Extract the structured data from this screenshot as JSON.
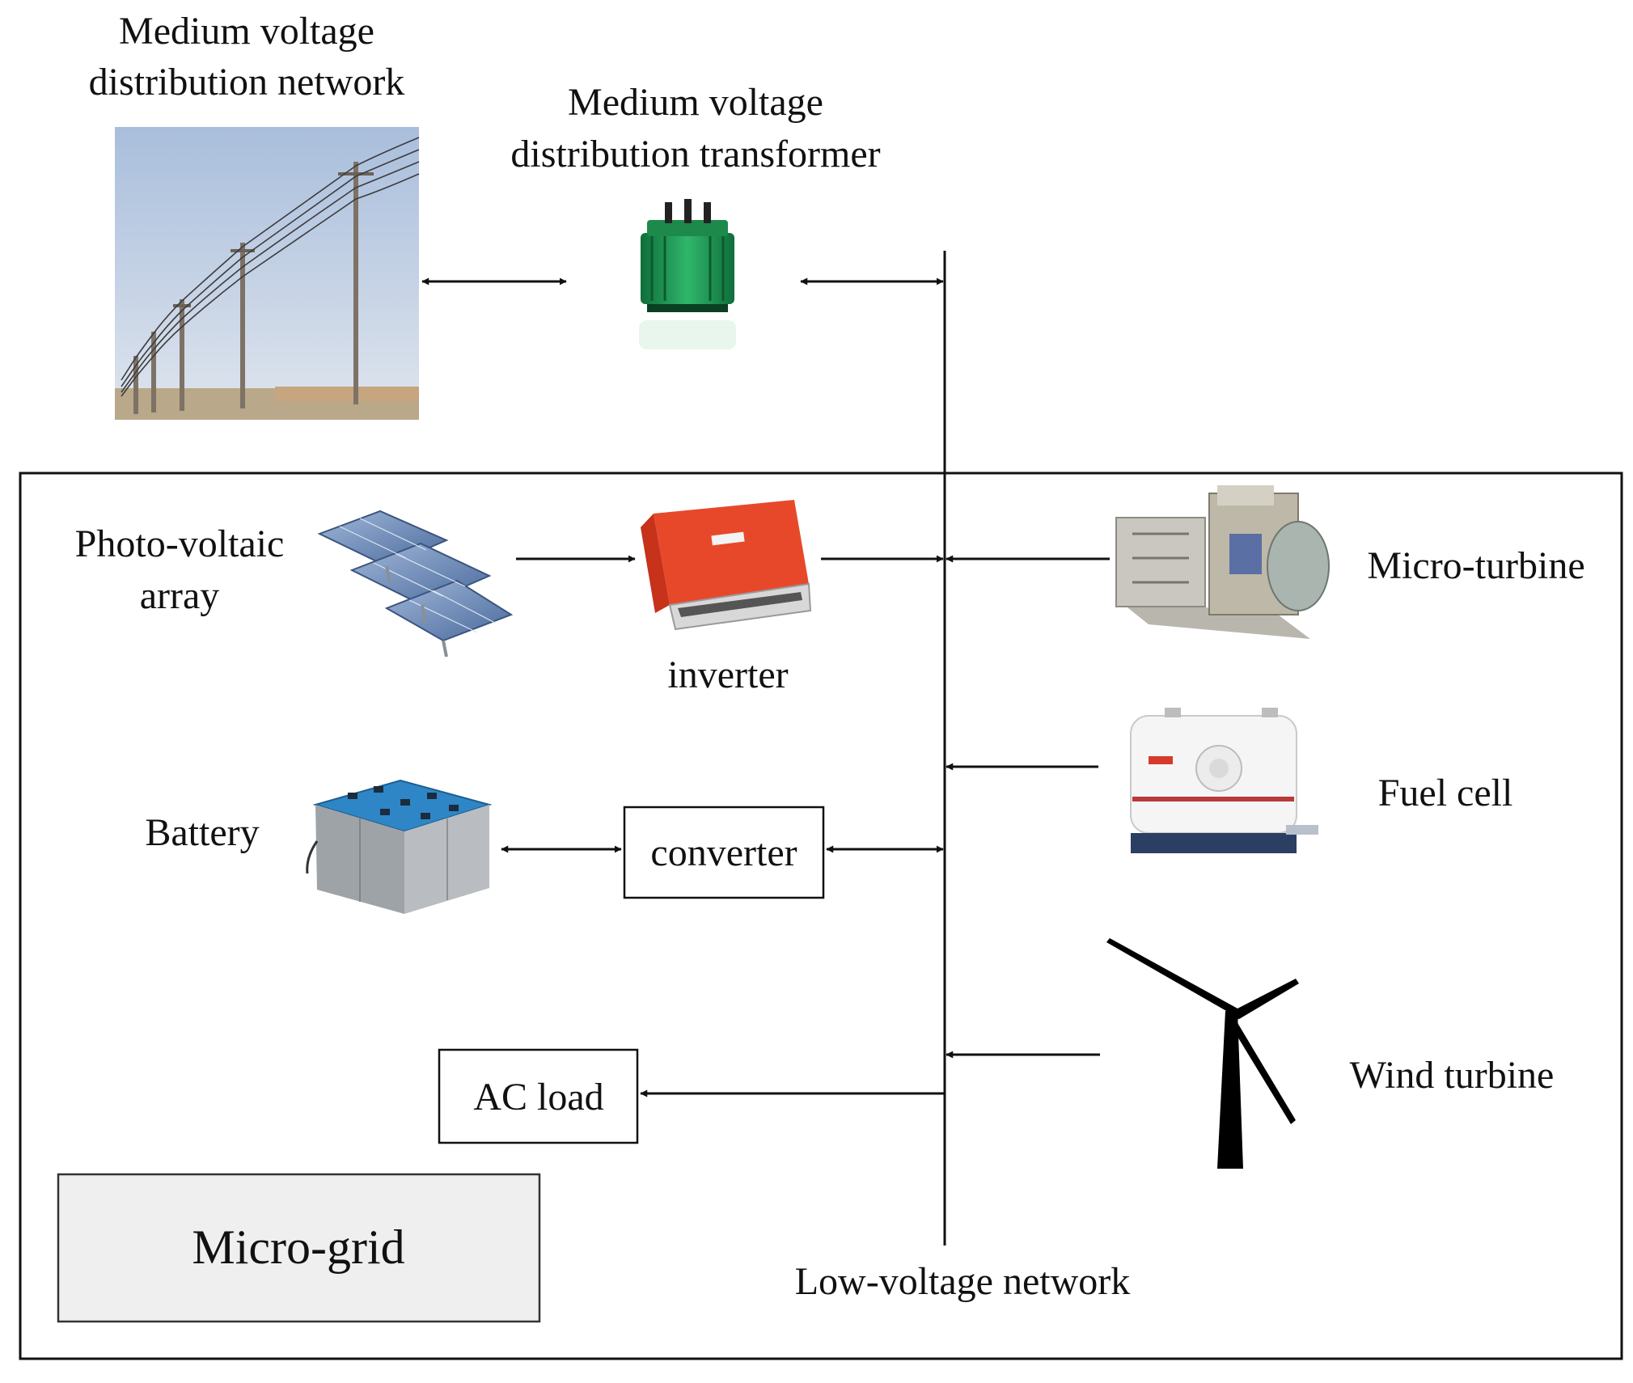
{
  "labels": {
    "mv_network_line1": "Medium voltage",
    "mv_network_line2": "distribution network",
    "mv_transformer_line1": "Medium voltage",
    "mv_transformer_line2": "distribution transformer",
    "pv_line1": "Photo-voltaic",
    "pv_line2": "array",
    "inverter": "inverter",
    "micro_turbine": "Micro-turbine",
    "fuel_cell": "Fuel cell",
    "battery": "Battery",
    "converter": "converter",
    "wind_turbine": "Wind turbine",
    "ac_load": "AC load",
    "micro_grid": "Micro-grid",
    "lv_network": "Low-voltage network"
  },
  "icons": {
    "mv_network": "power-lines-photo-icon",
    "transformer": "transformer-icon",
    "pv_array": "solar-panel-icon",
    "inverter": "inverter-icon",
    "micro_turbine": "micro-turbine-icon",
    "fuel_cell": "fuel-cell-icon",
    "battery": "battery-icon",
    "wind_turbine": "wind-turbine-icon"
  },
  "colors": {
    "line": "#111111",
    "sky_top": "#a9bedc",
    "sky_bottom": "#d9e1ec",
    "transformer_green": "#1f9a55",
    "inverter_orange": "#e8482a",
    "battery_blue": "#2f86c6",
    "solar_blue": "#6f8db8",
    "microgrid_fill": "#efefef"
  }
}
